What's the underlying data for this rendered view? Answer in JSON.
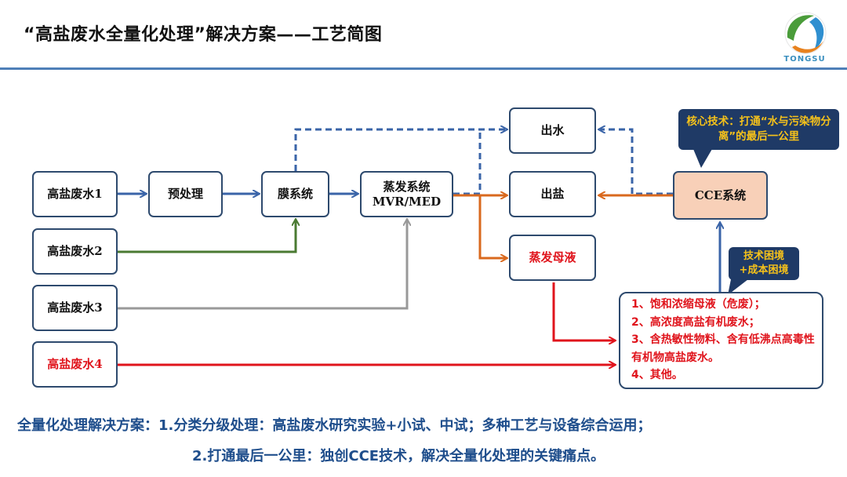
{
  "header": {
    "title": "“高盐废水全量化处理”解决方案——工艺简图",
    "logo_text": "TONGSU"
  },
  "nodes": {
    "water1": "高盐废水1",
    "water2": "高盐废水2",
    "water3": "高盐废水3",
    "water4": "高盐废水4",
    "pretreat": "预处理",
    "membrane": "膜系统",
    "evaporation_line1": "蒸发系统",
    "evaporation_line2": "MVR/MED",
    "water_out": "出水",
    "salt_out": "出盐",
    "mother_liquor": "蒸发母液",
    "cce": "CCE系统"
  },
  "callouts": {
    "core_tech": "核心技术：打通“水与污染物分离”的最后一公里",
    "difficulty": "技术困境+成本困境"
  },
  "issues": [
    "1、饱和浓缩母液（危废）；",
    "2、高浓度高盐有机废水；",
    "3、含热敏性物料、含有低沸点高毒性有机物高盐废水。",
    "4、其他。"
  ],
  "footer": {
    "line1": "全量化处理解决方案：1.分类分级处理：高盐废水研究实验+小试、中试；多种工艺与设备综合运用；",
    "line2": "2.打通最后一公里：独创CCE技术，解决全量化处理的关键痛点。"
  },
  "colors": {
    "blue": "#3a64a8",
    "orange": "#d9691e",
    "green": "#4a7a32",
    "gray": "#999999",
    "red": "#e0141c",
    "navy": "#1f3a66",
    "callout_text": "#f6c21a"
  }
}
